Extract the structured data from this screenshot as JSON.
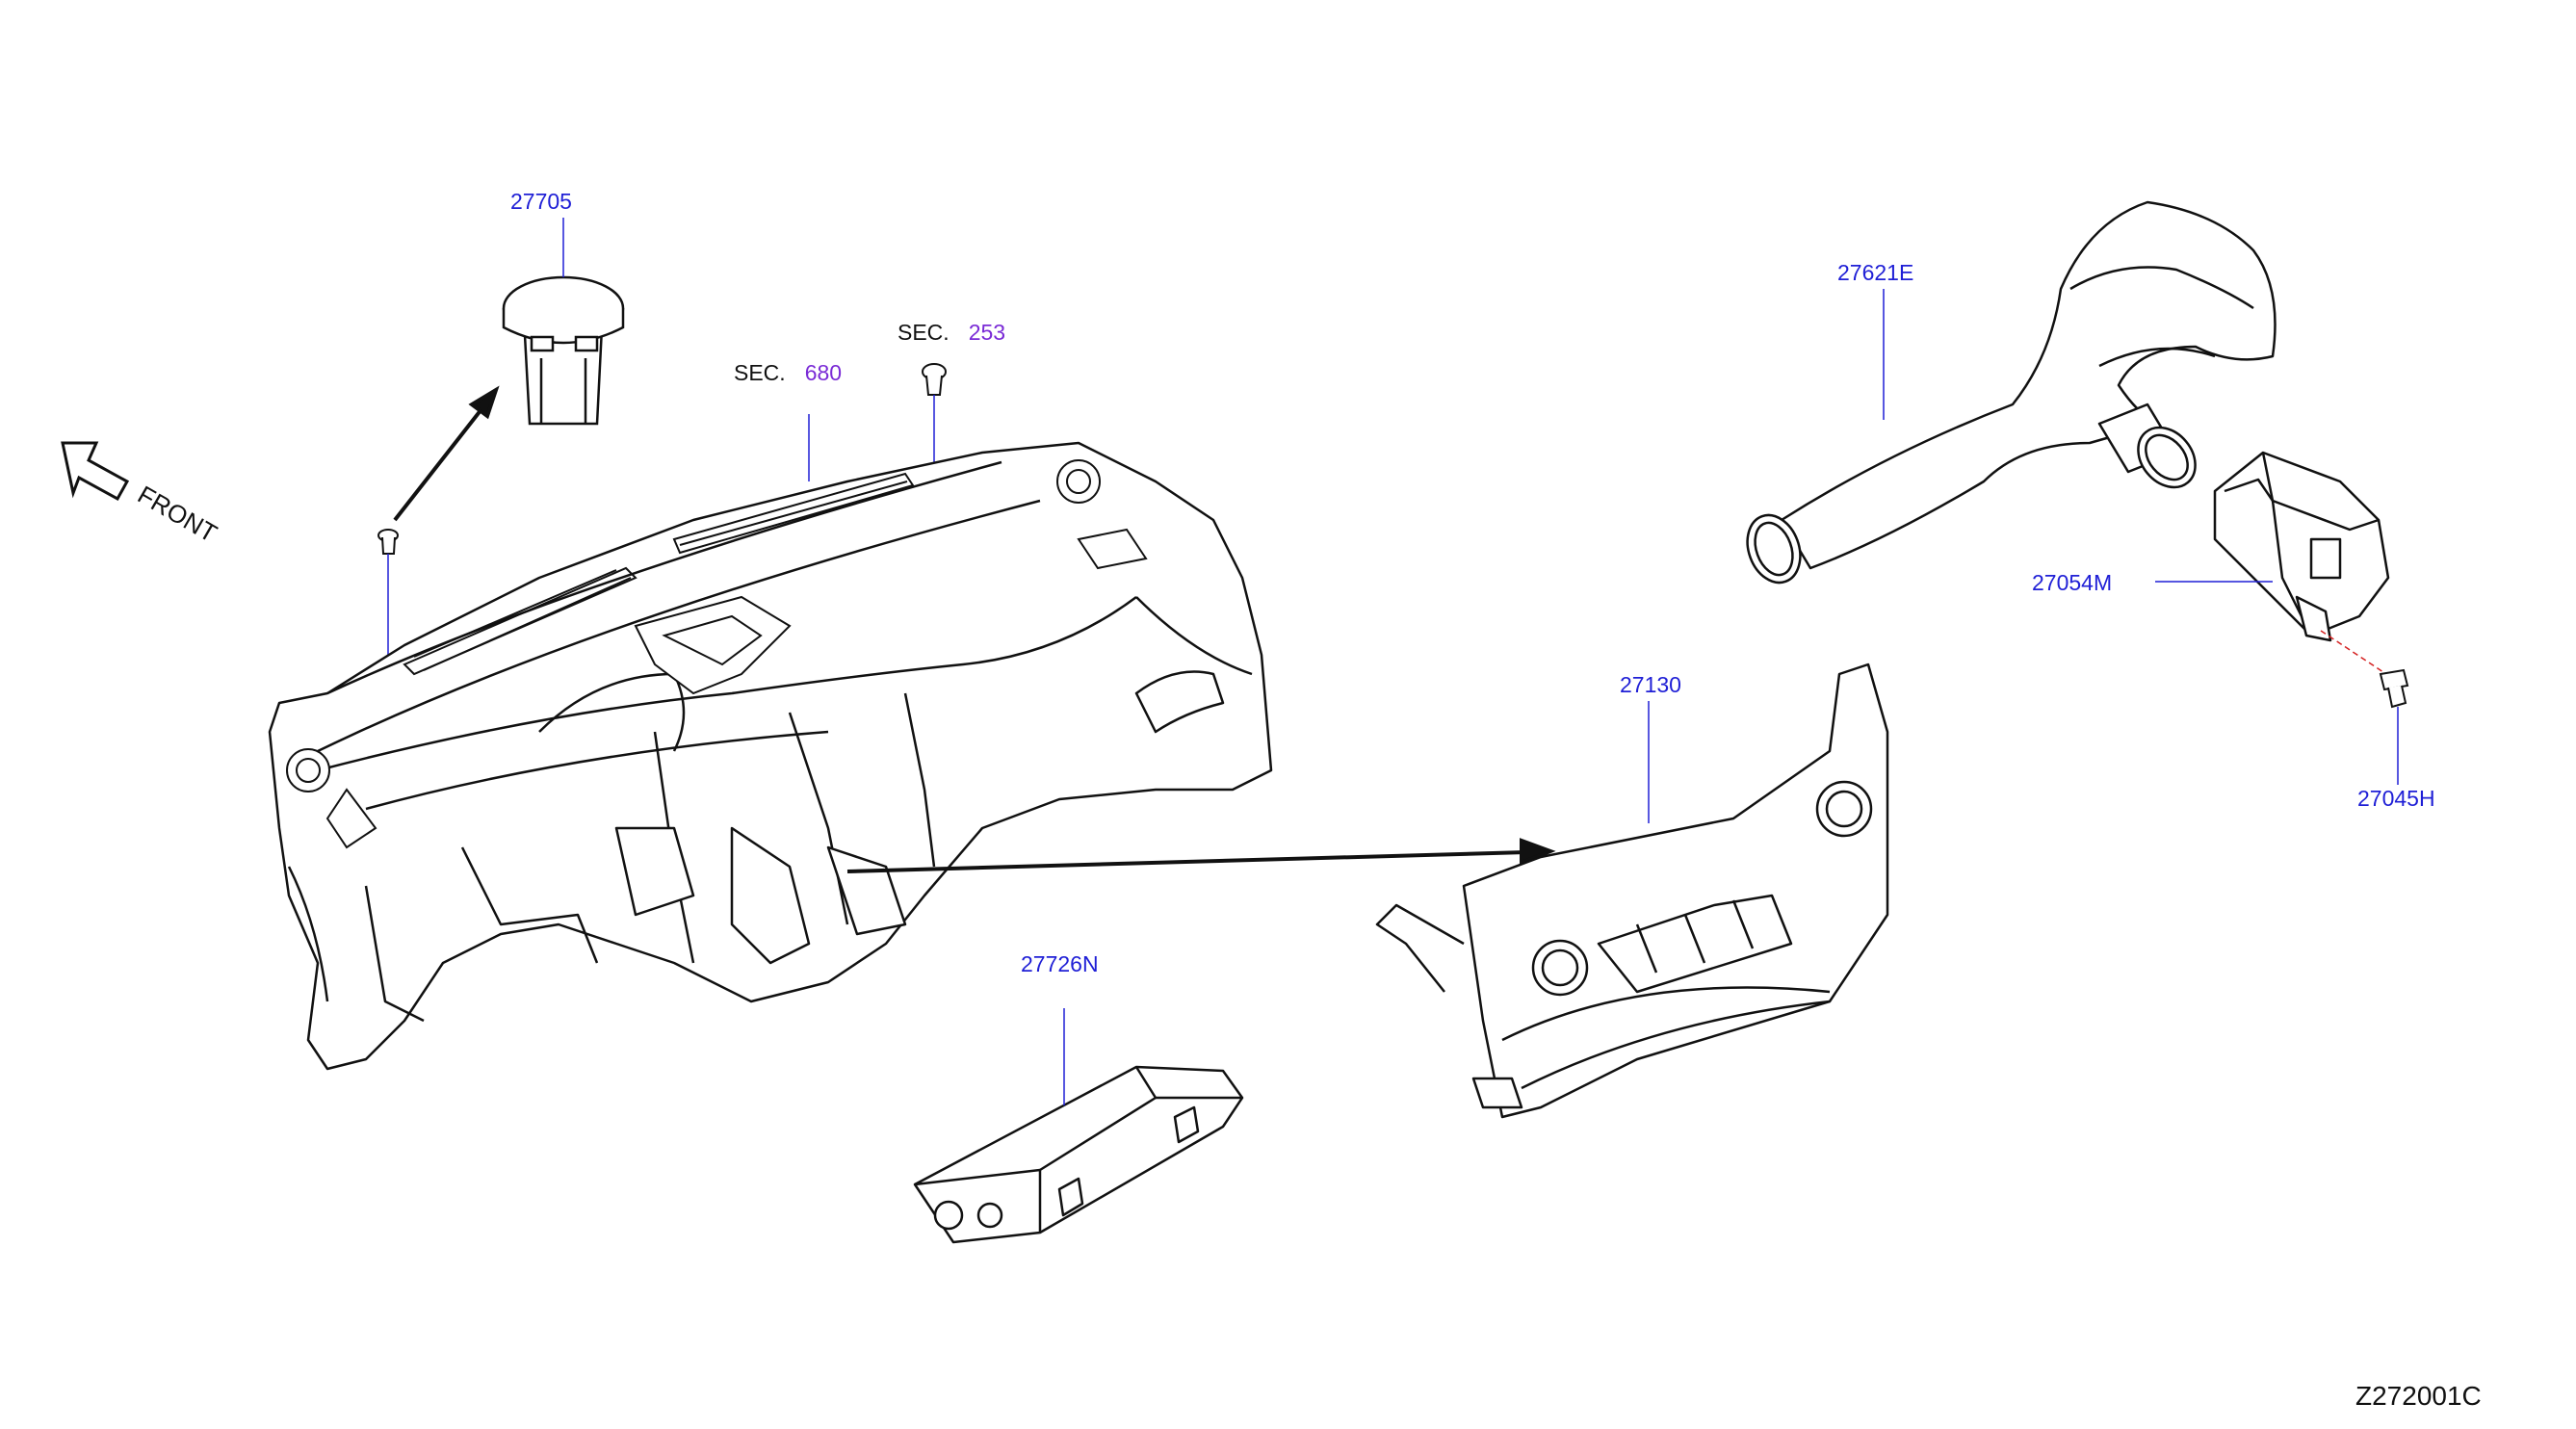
{
  "parts": [
    {
      "id": "27705",
      "label": "27705"
    },
    {
      "id": "27621E",
      "label": "27621E"
    },
    {
      "id": "27054M",
      "label": "27054M"
    },
    {
      "id": "27130",
      "label": "27130"
    },
    {
      "id": "27045H",
      "label": "27045H"
    },
    {
      "id": "27726N",
      "label": "27726N"
    }
  ],
  "sections": [
    {
      "word": "SEC.",
      "number": "253"
    },
    {
      "word": "SEC.",
      "number": "680"
    }
  ],
  "front_label": "FRONT",
  "reference_code": "Z272001C",
  "colors": {
    "part_label": "#1f1fd6",
    "section_number": "#7a2bd6",
    "line_art": "#111111",
    "hidden_line": "#d42020"
  }
}
